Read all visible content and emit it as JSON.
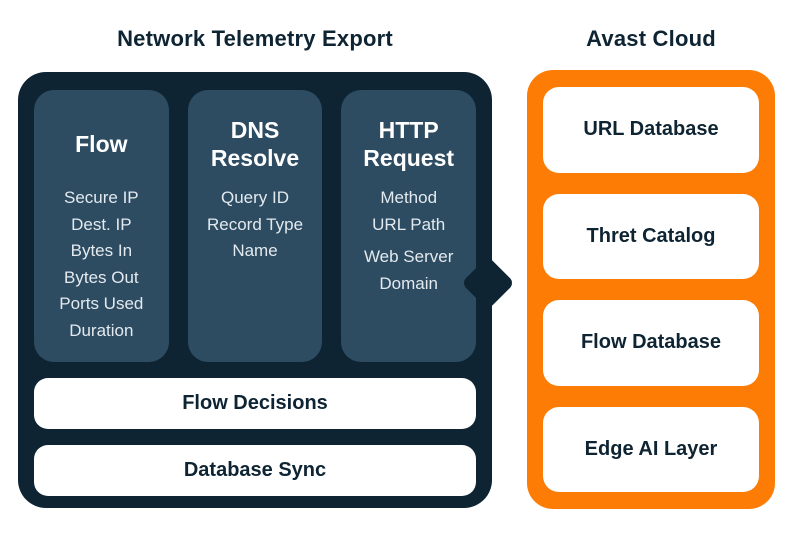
{
  "colors": {
    "panel_dark": "#0e2433",
    "column_slate": "#2d4b61",
    "accent_orange": "#fd7c05",
    "text_light": "#e3eaef",
    "text_dark": "#0e2433",
    "box_white": "#ffffff"
  },
  "telemetry": {
    "title": "Network Telemetry Export",
    "columns": [
      {
        "title": "Flow",
        "items": [
          "Secure IP",
          "Dest. IP",
          "Bytes In",
          "Bytes Out",
          "Ports Used",
          "Duration"
        ]
      },
      {
        "title": "DNS Resolve",
        "items": [
          "Query ID",
          "Record Type",
          "Name"
        ]
      },
      {
        "title": "HTTP Request",
        "items": [
          "Method",
          "URL Path",
          "Web Server Domain"
        ]
      }
    ],
    "bars": [
      "Flow Decisions",
      "Database Sync"
    ]
  },
  "cloud": {
    "title": "Avast Cloud",
    "boxes": [
      "URL Database",
      "Thret Catalog",
      "Flow Database",
      "Edge AI Layer"
    ]
  }
}
